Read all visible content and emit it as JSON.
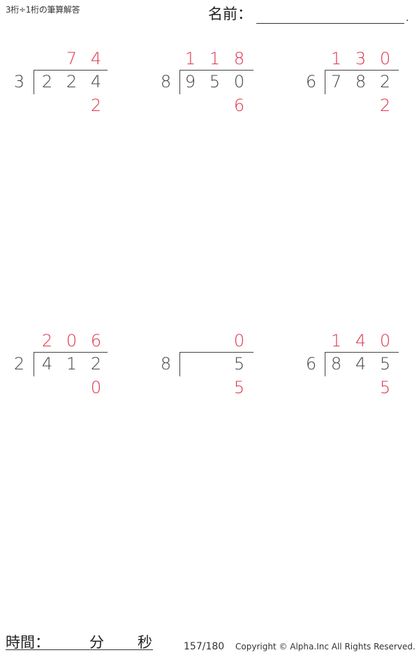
{
  "header": {
    "title": "3桁÷1桁の筆算解答",
    "name_label": "名前：",
    "name_end": "."
  },
  "colors": {
    "answer": "#e0334a",
    "problem": "#444444"
  },
  "problems": [
    {
      "divisor": "3",
      "dividend": [
        "2",
        "2",
        "4"
      ],
      "quotient": [
        "",
        "7",
        "4"
      ],
      "remainder": "2"
    },
    {
      "divisor": "8",
      "dividend": [
        "9",
        "5",
        "0"
      ],
      "quotient": [
        "1",
        "1",
        "8"
      ],
      "remainder": "6"
    },
    {
      "divisor": "6",
      "dividend": [
        "7",
        "8",
        "2"
      ],
      "quotient": [
        "1",
        "3",
        "0"
      ],
      "remainder": "2"
    },
    {
      "divisor": "2",
      "dividend": [
        "4",
        "1",
        "2"
      ],
      "quotient": [
        "2",
        "0",
        "6"
      ],
      "remainder": "0"
    },
    {
      "divisor": "8",
      "dividend": [
        "",
        "",
        "5"
      ],
      "quotient": [
        "",
        "",
        "0"
      ],
      "remainder": "5"
    },
    {
      "divisor": "6",
      "dividend": [
        "8",
        "4",
        "5"
      ],
      "quotient": [
        "1",
        "4",
        "0"
      ],
      "remainder": "5"
    }
  ],
  "footer": {
    "time_label": "時間：",
    "minutes_label": "分",
    "seconds_label": "秒",
    "page": "157/180",
    "copyright": "Copyright © Alpha.Inc All Rights Reserved."
  }
}
